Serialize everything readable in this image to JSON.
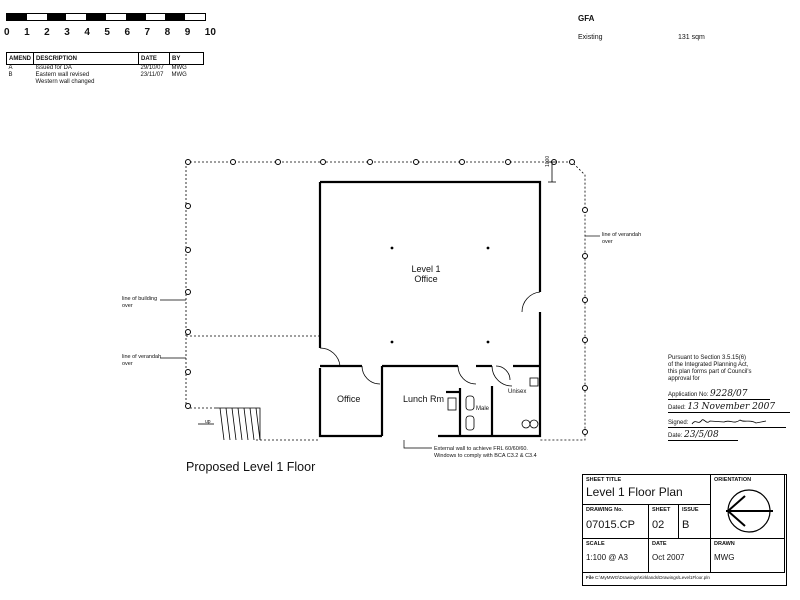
{
  "scale": {
    "numbers": [
      "0",
      "1",
      "2",
      "3",
      "4",
      "5",
      "6",
      "7",
      "8",
      "9",
      "10"
    ]
  },
  "amendments": {
    "headers": [
      "AMEND",
      "DESCRIPTION",
      "DATE",
      "BY"
    ],
    "rows": [
      {
        "amend": "A",
        "description": "Issued for DA",
        "date": "29/10/07",
        "by": "MWG"
      },
      {
        "amend": "B",
        "description": "Eastern wall revised",
        "date": "23/11/07",
        "by": "MWG"
      },
      {
        "amend": "",
        "description": "Western wall changed",
        "date": "",
        "by": ""
      }
    ]
  },
  "gfa": {
    "title": "GFA",
    "label": "Existing",
    "value": "131 sqm"
  },
  "plan": {
    "rooms": {
      "main_office_line1": "Level 1",
      "main_office_line2": "Office",
      "office": "Office",
      "lunch": "Lunch Rm",
      "male": "Male",
      "unisex": "Unisex"
    },
    "annotations": {
      "verandah_right": [
        "line of verandah",
        "over"
      ],
      "building_left": [
        "line of building",
        "over"
      ],
      "verandah_left": [
        "line of verandah",
        "over"
      ],
      "external_wall": [
        "External wall to achieve FRL 60/60/60.",
        "Windows to comply with BCA C3.2 & C3.4"
      ],
      "dimension": "1000",
      "up": "up"
    },
    "caption": "Proposed Level 1 Floor"
  },
  "stamp": {
    "text": [
      "Pursuant to Section 3.5.15(6)",
      "of the Integrated Planning Act,",
      "this plan forms part of Council's",
      "approval for"
    ],
    "application_label": "Application No:",
    "application_value": "9228/07",
    "dated_label": "Dated:",
    "dated_value": "13 November 2007",
    "signed_label": "Signed:",
    "date_label": "Date:",
    "date_value": "23/5/08"
  },
  "title_block": {
    "sheet_title_label": "SHEET TITLE",
    "sheet_title": "Level 1 Floor Plan",
    "orientation_label": "ORIENTATION",
    "drawing_no_label": "DRAWING No.",
    "drawing_no": "07015.CP",
    "sheet_label": "SHEET",
    "sheet": "02",
    "issue_label": "ISSUE",
    "issue": "B",
    "scale_label": "SCALE",
    "scale": "1:100 @ A3",
    "date_label": "DATE",
    "date": "Oct 2007",
    "drawn_label": "DRAWN",
    "drawn": "MWG",
    "file_label": "File",
    "file": "C:\\MyMWG\\Drawings\\Kirklands\\Drawings\\Level1Floor.pln"
  }
}
